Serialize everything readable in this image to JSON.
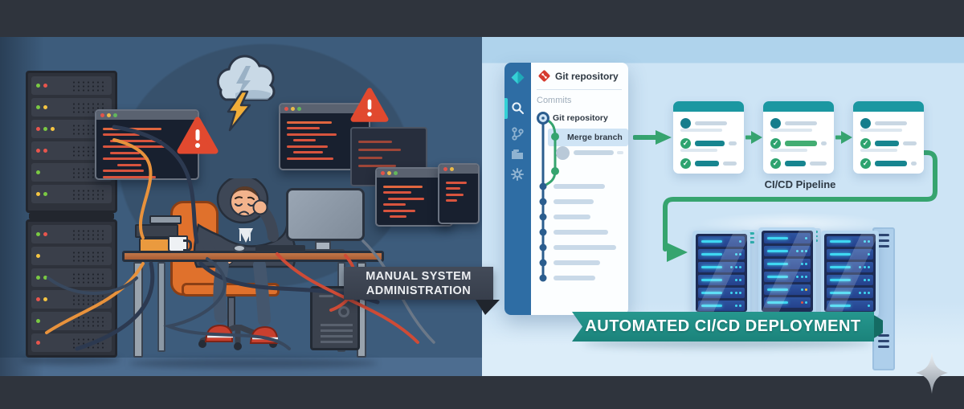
{
  "banners": {
    "manual": {
      "line1": "MANUAL SYSTEM",
      "line2": "ADMINISTRATION"
    },
    "automated": {
      "text": "AUTOMATED CI/CD DEPLOYMENT"
    }
  },
  "git_panel": {
    "title": "Git repository",
    "section_label": "Commits",
    "commits": [
      {
        "label": "Git repository"
      },
      {
        "label": "Merge branch"
      }
    ],
    "sidebar_icons": [
      "app-diamond-logo",
      "search",
      "git-branch",
      "files",
      "settings"
    ]
  },
  "pipeline": {
    "label": "CI/CD Pipeline"
  },
  "colors": {
    "left_background": "#3d5c7c",
    "right_background": "#cde4f5",
    "sidebar_blue": "#2e6da4",
    "commit_node_blue": "#2b5d8e",
    "teal_accent": "#1b97a1",
    "green_accent": "#36a46f",
    "ribbon_teal": "#1f8d84",
    "banner_dark": "#3c4350",
    "alert_red": "#e1492f",
    "terminal_text_red": "#d8543e"
  }
}
